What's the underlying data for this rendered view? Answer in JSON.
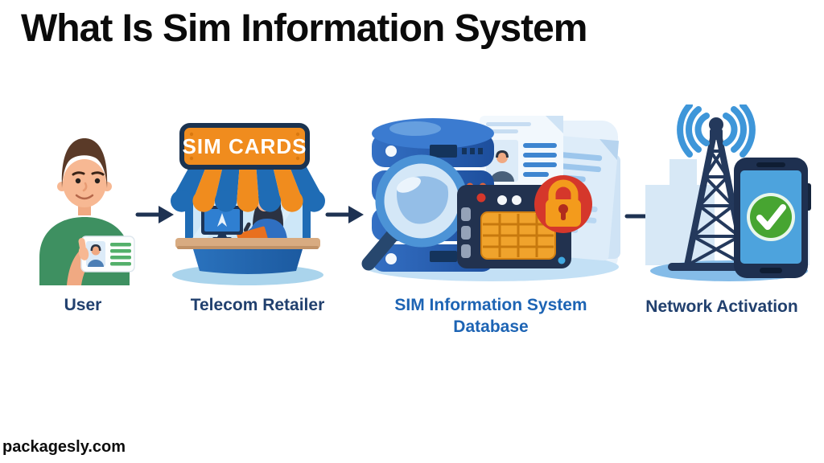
{
  "title": "What Is Sim Information System",
  "watermark": "packagesly.com",
  "steps": [
    {
      "id": "user",
      "label": "User"
    },
    {
      "id": "telecom-retailer",
      "label": "Telecom Retailer",
      "sign_text": "SIM CARDS"
    },
    {
      "id": "sim-information-system-database",
      "label": "SIM Information System Database"
    },
    {
      "id": "network-activation",
      "label": "Network Activation"
    }
  ],
  "icons": {
    "flow_arrow": "right-arrow",
    "magnifying_glass": "search over database",
    "padlock": "data security lock",
    "checkmark": "activation success",
    "signal_waves": "radio signal"
  },
  "colors": {
    "title_black": "#0b0b0b",
    "label_navy": "#21406e",
    "label_blue": "#1d64b4",
    "arrow": "#1e3252",
    "booth_blue": "#1f6cb5",
    "booth_orange": "#f08c1e",
    "lock_red": "#d5372b",
    "check_green": "#47a531"
  }
}
